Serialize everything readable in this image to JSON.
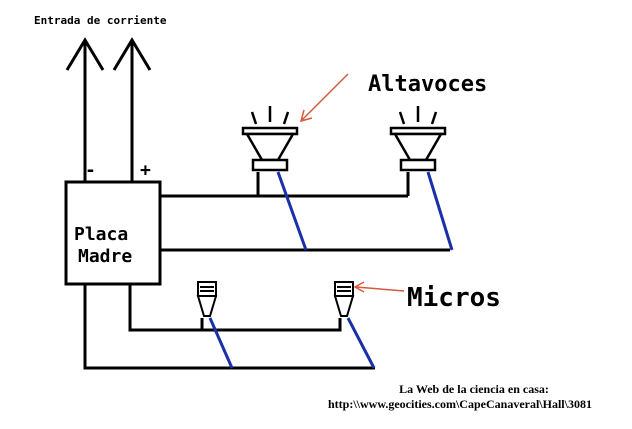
{
  "diagram": {
    "power_input_label": "Entrada de corriente",
    "minus_label": "-",
    "plus_label": "+",
    "board_label_line1": "Placa",
    "board_label_line2": "Madre",
    "speakers_label": "Altavoces",
    "mics_label": "Micros",
    "credit_line1": "La Web de la ciencia en casa:",
    "credit_line2": "http:\\\\www.geocities.com\\CapeCanaveral\\Hall\\3081"
  },
  "colors": {
    "wire": "#000000",
    "blue_wire": "#1a2fa8",
    "pointer_arrow": "#d9583a"
  }
}
